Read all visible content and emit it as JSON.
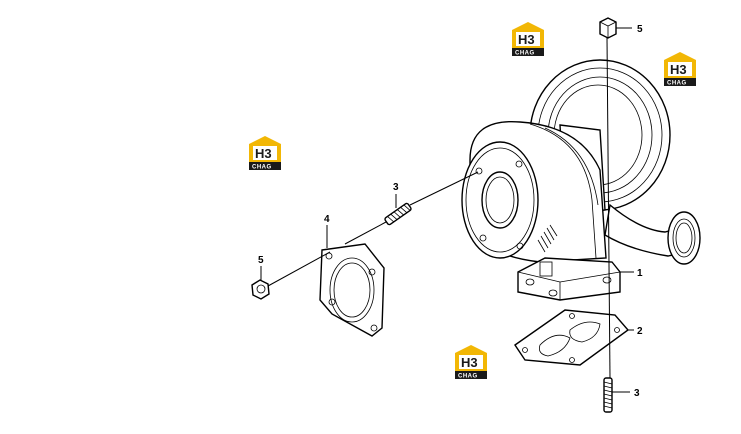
{
  "diagram": {
    "callouts": {
      "c1": "1",
      "c2": "2",
      "c3_top": "3",
      "c3_bottom": "3",
      "c4": "4",
      "c5_left": "5",
      "c5_top": "5"
    },
    "watermark": {
      "letters": "H3",
      "subtext": "CHAG",
      "brand_color": "#f2b705"
    }
  }
}
